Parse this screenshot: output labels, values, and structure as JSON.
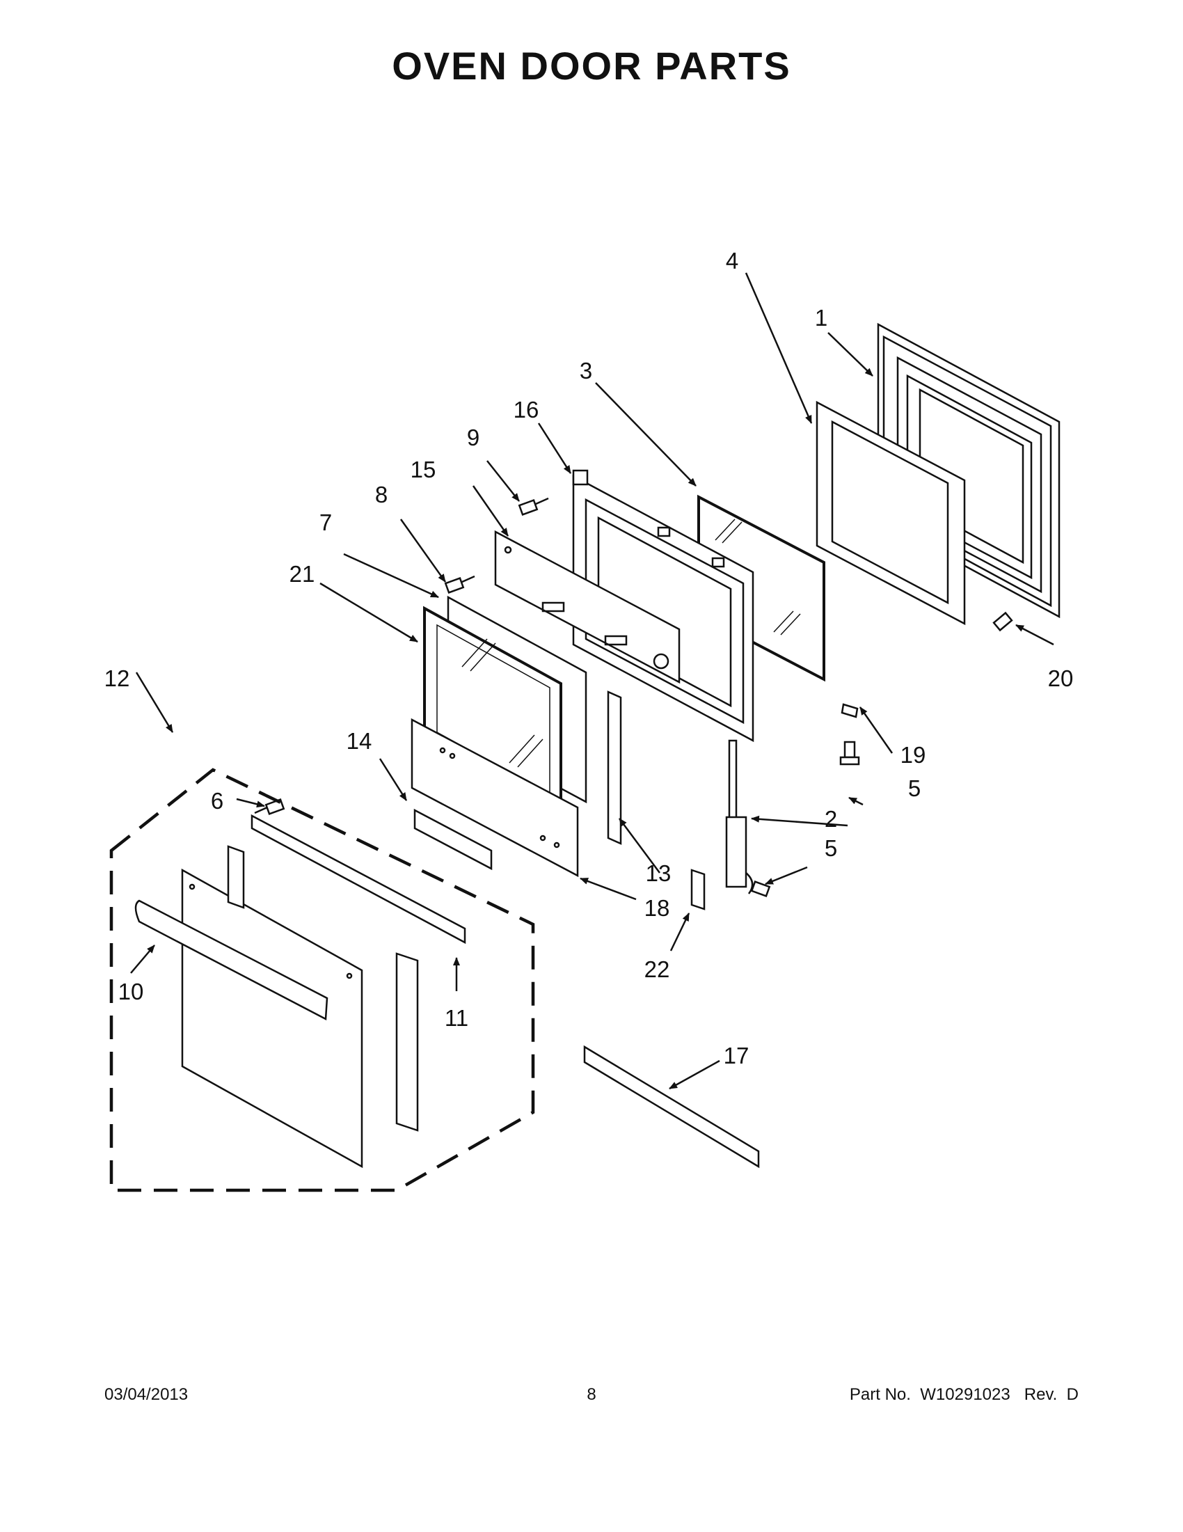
{
  "title": "OVEN DOOR PARTS",
  "callouts": {
    "c1": "1",
    "c2": "2",
    "c3": "3",
    "c4": "4",
    "c5a": "5",
    "c5b": "5",
    "c6": "6",
    "c7": "7",
    "c8": "8",
    "c9": "9",
    "c10": "10",
    "c11": "11",
    "c12": "12",
    "c13": "13",
    "c14": "14",
    "c15": "15",
    "c16": "16",
    "c17": "17",
    "c18": "18",
    "c19": "19",
    "c20": "20",
    "c21": "21",
    "c22": "22"
  },
  "footer": {
    "date": "03/04/2013",
    "page": "8",
    "part_label": "Part No.",
    "part_number": "W10291023",
    "rev_label": "Rev.",
    "rev": "D"
  },
  "colors": {
    "line": "#111111",
    "fill": "#ffffff"
  }
}
